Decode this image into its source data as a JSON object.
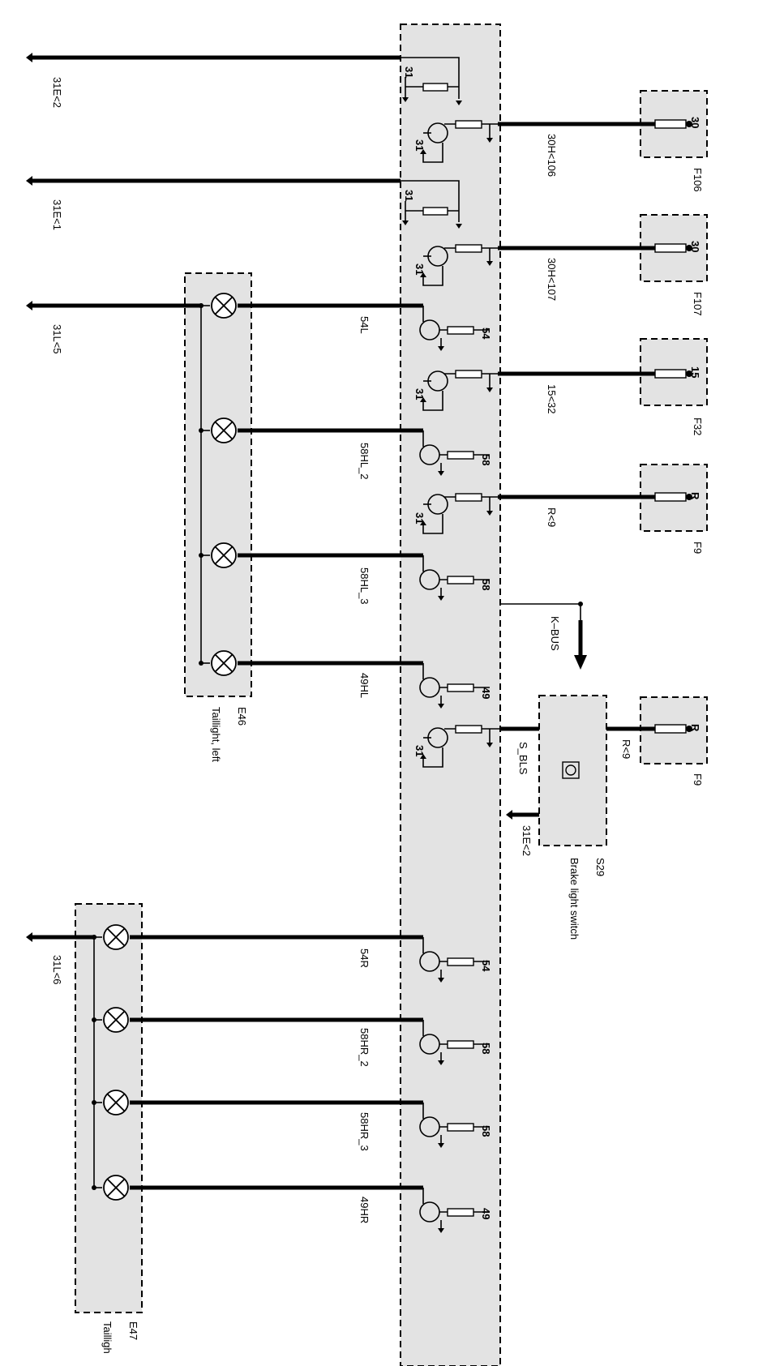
{
  "diagram": {
    "ground_refs": [
      "31E<2",
      "31E<1",
      "31L<5",
      "31L<6"
    ],
    "module_pins": [
      {
        "pin": "31",
        "kind": "ground-feed"
      },
      {
        "pin": "31",
        "kind": "supply",
        "wire": "30H<106",
        "fuse": {
          "terminal": "30",
          "name": "F106"
        }
      },
      {
        "pin": "31",
        "kind": "ground-feed"
      },
      {
        "pin": "31",
        "kind": "supply",
        "wire": "30H<107",
        "fuse": {
          "terminal": "30",
          "name": "F107"
        }
      },
      {
        "pin": "54",
        "kind": "output",
        "wire": "54L"
      },
      {
        "pin": "31",
        "kind": "supply",
        "wire": "15<32",
        "fuse": {
          "terminal": "15",
          "name": "F32"
        }
      },
      {
        "pin": "58",
        "kind": "output",
        "wire": "58HL_2"
      },
      {
        "pin": "31",
        "kind": "supply",
        "wire": "R<9",
        "fuse": {
          "terminal": "R",
          "name": "F9"
        }
      },
      {
        "pin": "58",
        "kind": "output",
        "wire": "58HL_3"
      },
      {
        "pin": "49",
        "kind": "output",
        "wire": "49HL"
      },
      {
        "pin": "31",
        "kind": "switch-input",
        "wire": "S_BLS"
      },
      {
        "pin": "54",
        "kind": "output",
        "wire": "54R"
      },
      {
        "pin": "58",
        "kind": "output",
        "wire": "58HR_2"
      },
      {
        "pin": "58",
        "kind": "output",
        "wire": "58HR_3"
      },
      {
        "pin": "49",
        "kind": "output",
        "wire": "49HR"
      }
    ],
    "kbus_label": "K–BUS",
    "brake_switch": {
      "name": "S29",
      "description": "Brake light switch",
      "supply_wire": "R<9",
      "fuse": {
        "terminal": "R",
        "name": "F9"
      },
      "ground_wire": "31E<2"
    },
    "taillight_left": {
      "name": "E46",
      "description": "Taillight, left"
    },
    "taillight_right": {
      "name": "E47",
      "description": "Tailligh"
    }
  }
}
